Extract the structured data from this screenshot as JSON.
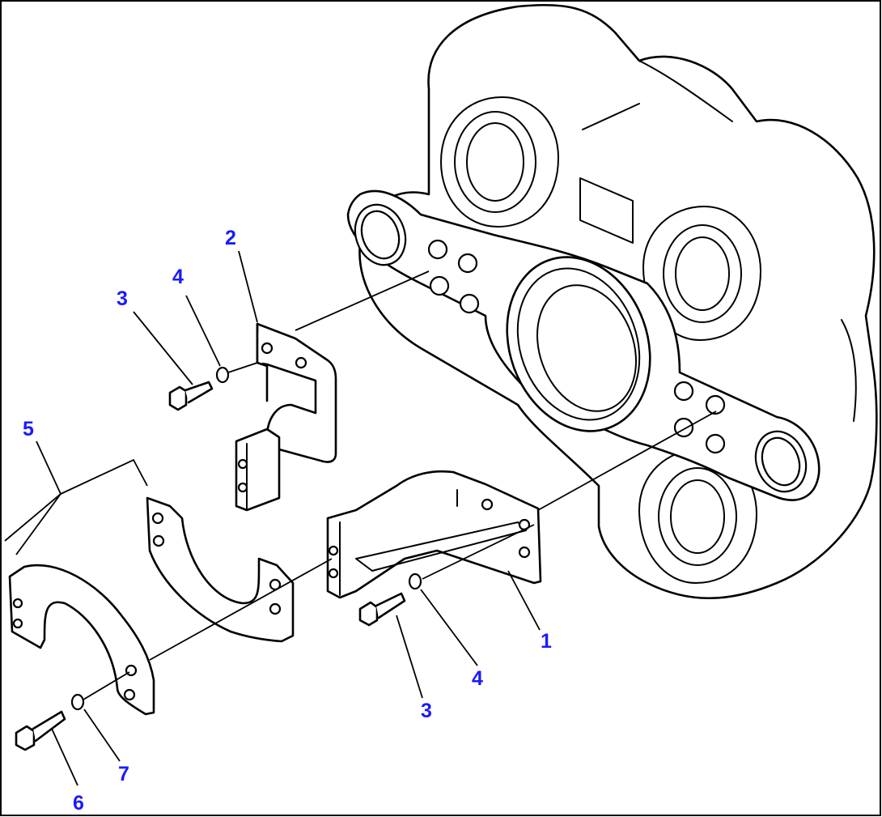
{
  "frame_color": "#000000",
  "callout_color": "#1a1aff",
  "callouts": [
    {
      "id": "c1",
      "text": "1"
    },
    {
      "id": "c2",
      "text": "2"
    },
    {
      "id": "c3a",
      "text": "3"
    },
    {
      "id": "c3b",
      "text": "3"
    },
    {
      "id": "c4a",
      "text": "4"
    },
    {
      "id": "c4b",
      "text": "4"
    },
    {
      "id": "c5",
      "text": "5"
    },
    {
      "id": "c6",
      "text": "6"
    },
    {
      "id": "c7",
      "text": "7"
    }
  ]
}
